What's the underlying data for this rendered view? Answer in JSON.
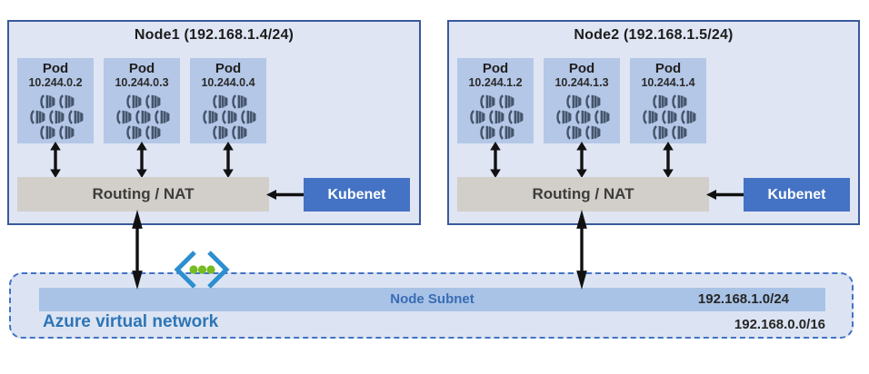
{
  "nodes": [
    {
      "title": "Node1 (192.168.1.4/24)",
      "routing_label": "Routing / NAT",
      "kubenet_label": "Kubenet",
      "pods": [
        {
          "label": "Pod",
          "ip": "10.244.0.2"
        },
        {
          "label": "Pod",
          "ip": "10.244.0.3"
        },
        {
          "label": "Pod",
          "ip": "10.244.0.4"
        }
      ]
    },
    {
      "title": "Node2 (192.168.1.5/24)",
      "routing_label": "Routing / NAT",
      "kubenet_label": "Kubenet",
      "pods": [
        {
          "label": "Pod",
          "ip": "10.244.1.2"
        },
        {
          "label": "Pod",
          "ip": "10.244.1.3"
        },
        {
          "label": "Pod",
          "ip": "10.244.1.4"
        }
      ]
    }
  ],
  "vnet": {
    "label": "Azure virtual network",
    "cidr": "192.168.0.0/16",
    "subnet": {
      "label": "Node Subnet",
      "cidr": "192.168.1.0/24"
    }
  },
  "colors": {
    "node_fill": "#dfe5f3",
    "node_border": "#3a5a9c",
    "pod_fill": "#b4c7e7",
    "container_glyph": "#44546a",
    "routing_fill": "#d2cfca",
    "kubenet_fill": "#4472c4",
    "vnet_fill": "#dce4f3",
    "vnet_border": "#4472c4",
    "subnet_fill": "#a9c3e6",
    "subnet_label_color": "#3a6cb5",
    "vnet_label_color": "#2e75b6",
    "vnet_icon_blue": "#2b8fcf",
    "vnet_icon_green": "#76bc21",
    "arrow_color": "#111111"
  }
}
